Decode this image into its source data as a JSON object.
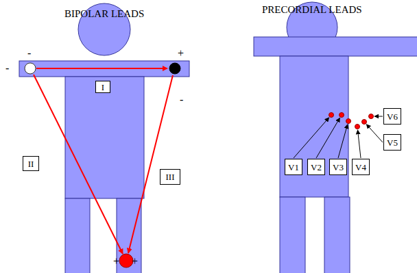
{
  "diagram": {
    "nodes": [
      {
        "text": [
          "I"
        ]
      },
      {
        "text": [
          "II"
        ]
      },
      {
        "text": [
          "III"
        ]
      },
      {
        "text": [
          "V1"
        ]
      },
      {
        "text": [
          "V2"
        ]
      },
      {
        "text": [
          "V3"
        ]
      },
      {
        "text": [
          "V4"
        ]
      },
      {
        "text": [
          "V5"
        ]
      },
      {
        "text": [
          "V6"
        ]
      }
    ],
    "labels": [
      "BIPOLAR LEADS",
      "PRECORDIAL LEADS",
      "-",
      "-",
      "+",
      "-",
      "+",
      "+"
    ]
  }
}
